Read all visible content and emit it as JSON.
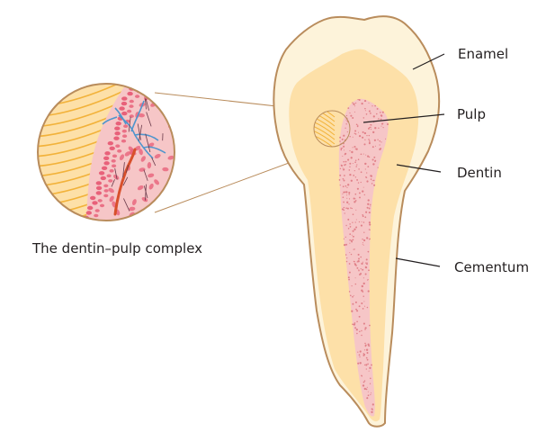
{
  "labels": {
    "enamel": "Enamel",
    "pulp": "Pulp",
    "dentin": "Dentin",
    "cementum": "Cementum",
    "inset_caption": "The dentin–pulp complex"
  },
  "colors": {
    "enamel": "#fdf3da",
    "dentin": "#fde0a8",
    "pulp": "#f6c6c7",
    "pulp_dots": "#e08088",
    "outline": "#b98c5c",
    "tubules": "#f2b23a",
    "odontoblasts": "#e8617a",
    "nerve_blue": "#4f95cc",
    "vessel_red": "#d8502b",
    "fibers": "#6a3a4a",
    "leader_line": "#231f20",
    "text": "#231f20"
  }
}
